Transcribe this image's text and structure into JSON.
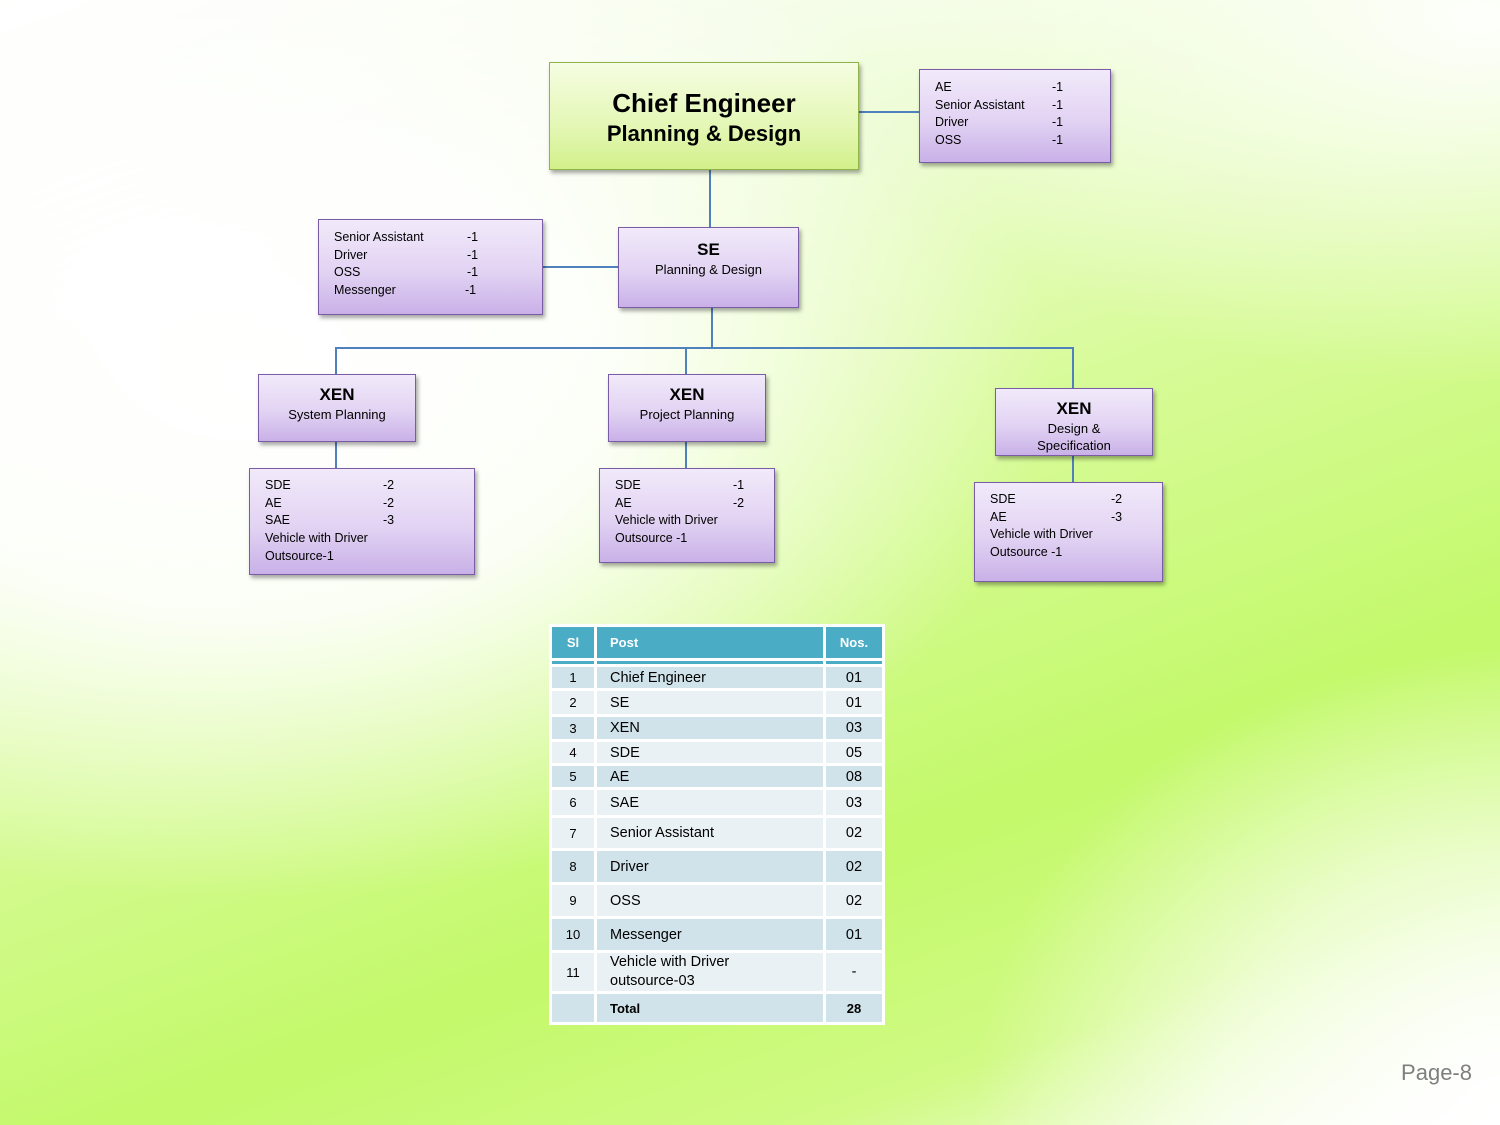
{
  "chief": {
    "title": "Chief Engineer",
    "subtitle": "Planning & Design"
  },
  "chief_staff": [
    {
      "post": "AE",
      "count": "-1"
    },
    {
      "post": "Senior Assistant",
      "count": "-1"
    },
    {
      "post": "Driver",
      "count": "-1"
    },
    {
      "post": "OSS",
      "count": "-1"
    }
  ],
  "se": {
    "title": "SE",
    "subtitle": "Planning & Design"
  },
  "se_staff": [
    {
      "post": "Senior Assistant",
      "count": "-1"
    },
    {
      "post": "Driver",
      "count": "-1"
    },
    {
      "post": "OSS",
      "count": "-1"
    },
    {
      "post": "Messenger",
      "count": "-1"
    }
  ],
  "xen_units": [
    {
      "title": "XEN",
      "subtitle": "System Planning",
      "staff": [
        {
          "post": "SDE",
          "count": "-2"
        },
        {
          "post": "AE",
          "count": "-2"
        },
        {
          "post": "SAE",
          "count": "-3"
        },
        {
          "post": "Vehicle with Driver",
          "count": ""
        },
        {
          "post": "Outsource-1",
          "count": ""
        }
      ]
    },
    {
      "title": "XEN",
      "subtitle": "Project Planning",
      "staff": [
        {
          "post": "SDE",
          "count": "-1"
        },
        {
          "post": "AE",
          "count": "-2"
        },
        {
          "post": "Vehicle with Driver",
          "count": ""
        },
        {
          "post": "Outsource -1",
          "count": ""
        }
      ]
    },
    {
      "title": "XEN",
      "subtitle_line1": "Design &",
      "subtitle_line2": "Specification",
      "staff": [
        {
          "post": "SDE",
          "count": "-2"
        },
        {
          "post": "AE",
          "count": "-3"
        },
        {
          "post": "Vehicle with Driver",
          "count": ""
        },
        {
          "post": "Outsource -1",
          "count": ""
        }
      ]
    }
  ],
  "summary_table": {
    "headers": {
      "sl": "Sl",
      "post": "Post",
      "nos": "Nos."
    },
    "rows": [
      {
        "sl": "1",
        "post": "Chief Engineer",
        "nos": "01"
      },
      {
        "sl": "2",
        "post": "SE",
        "nos": "01"
      },
      {
        "sl": "3",
        "post": "XEN",
        "nos": "03"
      },
      {
        "sl": "4",
        "post": "SDE",
        "nos": "05"
      },
      {
        "sl": "5",
        "post": "AE",
        "nos": "08"
      },
      {
        "sl": "6",
        "post": "SAE",
        "nos": "03"
      },
      {
        "sl": "7",
        "post": "Senior Assistant",
        "nos": "02"
      },
      {
        "sl": "8",
        "post": "Driver",
        "nos": "02"
      },
      {
        "sl": "9",
        "post": "OSS",
        "nos": "02"
      },
      {
        "sl": "10",
        "post": "Messenger",
        "nos": "01"
      },
      {
        "sl": "11",
        "post_line1": "Vehicle with Driver",
        "post_line2": "outsource-03",
        "nos": "-"
      }
    ],
    "total": {
      "sl": "",
      "post": "Total",
      "nos": "28"
    }
  },
  "page_label": "Page-8",
  "colors": {
    "connector": "#4f81bd",
    "table_header": "#4bacc6",
    "box_purple": "#c9b1e8",
    "box_green": "#d2f08a"
  }
}
